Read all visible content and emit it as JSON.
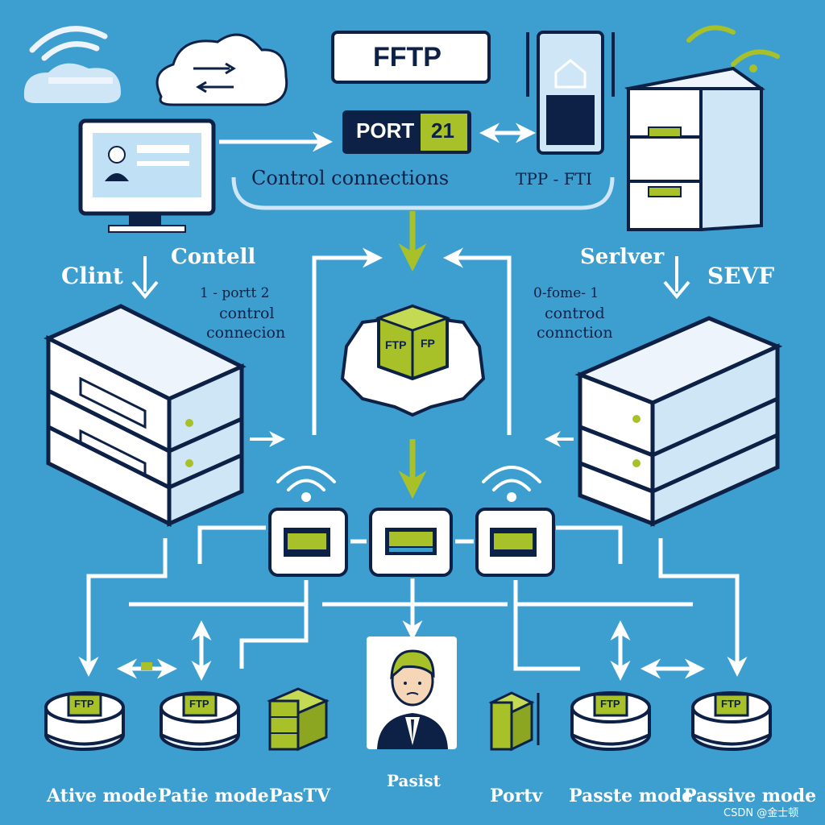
{
  "colors": {
    "background": "#3d9fd0",
    "navy": "#0d2146",
    "accent_green": "#a8c129",
    "device_white": "#eef4fb",
    "line_white": "#ffffff"
  },
  "header": {
    "title": "FFTP",
    "port_label": "PORT",
    "port_number": "21"
  },
  "labels": {
    "control_connections": "Control connections",
    "tpp": "TPP - FTI",
    "client": "Clint",
    "contell": "Contell",
    "server": "Serlver",
    "sevf": "SEVF",
    "left_note": [
      "1 - portt  2",
      "control",
      "connecion"
    ],
    "right_note": [
      "0-fome- 1",
      "controd",
      "connction"
    ],
    "cube_left": "FTP",
    "cube_right": "FP"
  },
  "bottom_items": [
    {
      "label": "Ative mode",
      "badge": "FTP",
      "icon": "ftp-storage-icon"
    },
    {
      "label": "Patie mode",
      "badge": "FTP",
      "icon": "ftp-storage-icon"
    },
    {
      "label": "PasTV",
      "badge": "",
      "icon": "small-server-stack-icon"
    },
    {
      "label": "Pasist",
      "badge": "",
      "icon": "person-icon"
    },
    {
      "label": "Portv",
      "badge": "",
      "icon": "small-server-stack-icon"
    },
    {
      "label": "Passte mode",
      "badge": "FTP",
      "icon": "ftp-storage-icon"
    },
    {
      "label": "Passive mode",
      "badge": "FTP",
      "icon": "ftp-storage-icon"
    }
  ],
  "watermark": "CSDN @金士顿"
}
